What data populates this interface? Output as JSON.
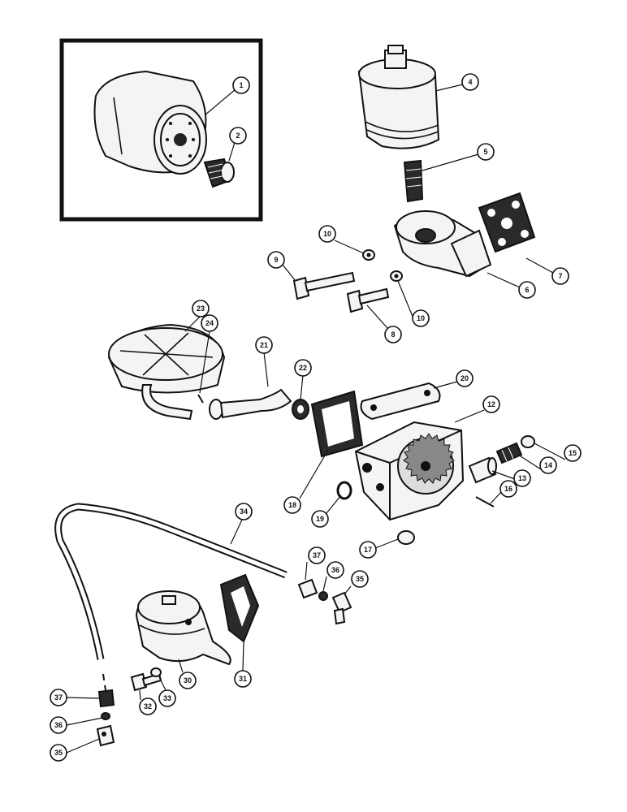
{
  "callouts": [
    {
      "id": "1",
      "label": "1"
    },
    {
      "id": "2",
      "label": "2"
    },
    {
      "id": "4",
      "label": "4"
    },
    {
      "id": "5",
      "label": "5"
    },
    {
      "id": "7",
      "label": "7"
    },
    {
      "id": "6",
      "label": "6"
    },
    {
      "id": "10a",
      "label": "10"
    },
    {
      "id": "9",
      "label": "9"
    },
    {
      "id": "10b",
      "label": "10"
    },
    {
      "id": "8",
      "label": "8"
    },
    {
      "id": "23",
      "label": "23"
    },
    {
      "id": "24",
      "label": "24"
    },
    {
      "id": "21",
      "label": "21"
    },
    {
      "id": "22",
      "label": "22"
    },
    {
      "id": "20",
      "label": "20"
    },
    {
      "id": "12",
      "label": "12"
    },
    {
      "id": "15",
      "label": "15"
    },
    {
      "id": "14",
      "label": "14"
    },
    {
      "id": "13",
      "label": "13"
    },
    {
      "id": "18",
      "label": "18"
    },
    {
      "id": "19",
      "label": "19"
    },
    {
      "id": "16",
      "label": "16"
    },
    {
      "id": "34",
      "label": "34"
    },
    {
      "id": "17",
      "label": "17"
    },
    {
      "id": "37a",
      "label": "37"
    },
    {
      "id": "36a",
      "label": "36"
    },
    {
      "id": "35a",
      "label": "35"
    },
    {
      "id": "31",
      "label": "31"
    },
    {
      "id": "30",
      "label": "30"
    },
    {
      "id": "33",
      "label": "33"
    },
    {
      "id": "32",
      "label": "32"
    },
    {
      "id": "37b",
      "label": "37"
    },
    {
      "id": "36b",
      "label": "36"
    },
    {
      "id": "35b",
      "label": "35"
    }
  ]
}
